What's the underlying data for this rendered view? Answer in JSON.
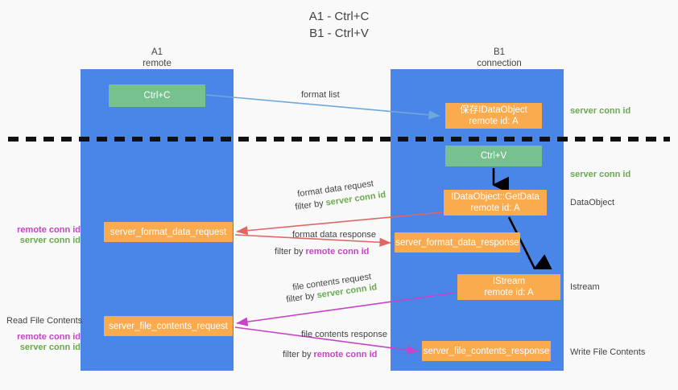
{
  "title": {
    "line1": "A1 - Ctrl+C",
    "line2": "B1 - Ctrl+V"
  },
  "columns": {
    "left": {
      "name": "A1",
      "role": "remote"
    },
    "right": {
      "name": "B1",
      "role": "connection"
    }
  },
  "colors": {
    "lane": "#4a86e8",
    "green_box": "#76c18e",
    "orange_box": "#f9ab4e",
    "server_conn_id": "#6aa84f",
    "remote_conn_id": "#c743c7",
    "arrow_blue": "#6fa8dc",
    "arrow_red": "#e06666",
    "arrow_magenta": "#c743c7",
    "arrow_black": "#000000",
    "background": "#f9f9f9"
  },
  "nodes": {
    "ctrl_c": "Ctrl+C",
    "save_data_object": {
      "line1": "保存IDataObject",
      "line2": "remote id: A"
    },
    "ctrl_v": "Ctrl+V",
    "get_data": {
      "line1": "IDataObject::GetData",
      "line2": "remote id: A"
    },
    "format_data_request": "server_format_data_request",
    "format_data_response": "server_format_data_response",
    "istream": {
      "line1": "IStream",
      "line2": "remote id: A"
    },
    "file_contents_request": "server_file_contents_request",
    "file_contents_response": "server_file_contents_response"
  },
  "edge_labels": {
    "format_list": "format list",
    "format_data_request": "format data request",
    "format_data_request_filter_prefix": "filter by ",
    "format_data_request_filter_value": "server conn id",
    "format_data_response": "format data response",
    "format_data_response_filter_prefix": "filter by ",
    "format_data_response_filter_value": "remote conn id",
    "file_contents_request": "file contents request",
    "file_contents_request_filter_prefix": "filter by ",
    "file_contents_request_filter_value": "server conn id",
    "file_contents_response": "file contents response",
    "file_contents_response_filter_prefix": "filter by ",
    "file_contents_response_filter_value": "remote conn id"
  },
  "side_labels": {
    "server_conn_id_top": "server conn id",
    "server_conn_id_mid": "server conn id",
    "data_object": "DataObject",
    "istream": "Istream",
    "write_file_contents": "Write File Contents",
    "read_file_contents": "Read File Contents",
    "remote_conn_id_a": "remote conn id",
    "server_conn_id_a": "server conn id",
    "remote_conn_id_b": "remote conn id",
    "server_conn_id_b": "server conn id"
  }
}
